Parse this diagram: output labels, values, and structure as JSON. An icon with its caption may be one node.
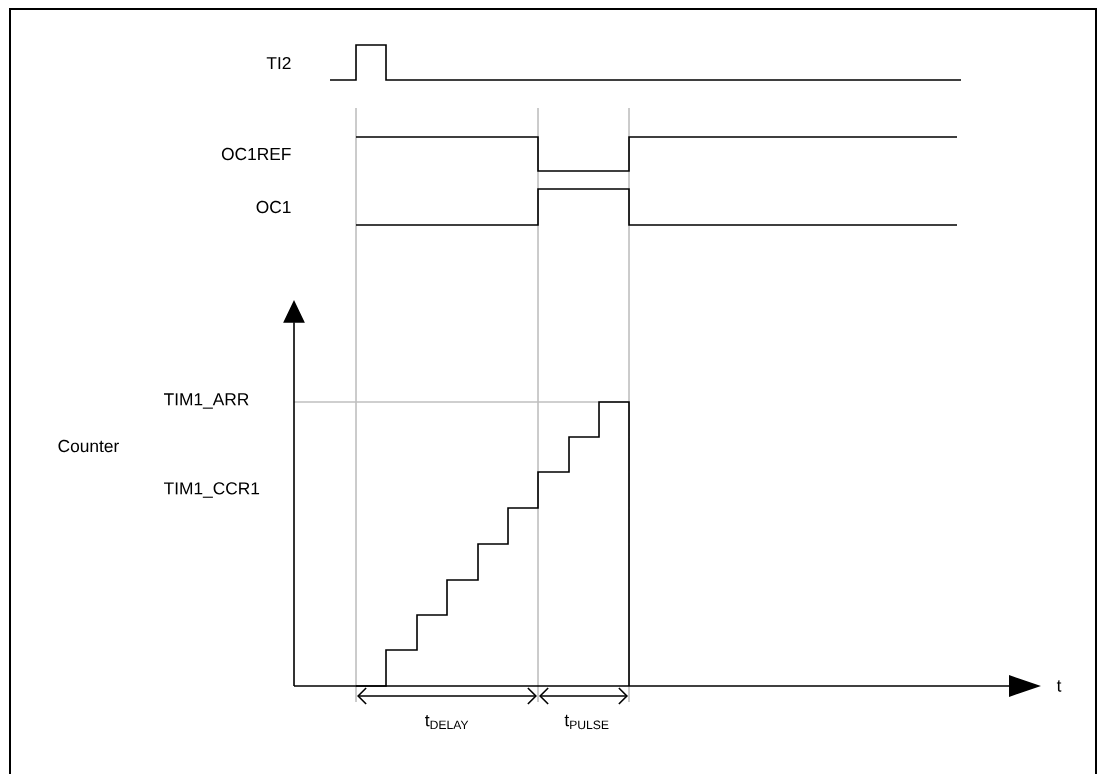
{
  "diagram": {
    "labels": [
      "TI2",
      "OC1REF",
      "OC1",
      "TIM1_ARR",
      "Counter",
      "TIM1_CCR1",
      "t",
      "t$_{DELAY}$",
      "t$_{PULSE}$"
    ]
  }
}
